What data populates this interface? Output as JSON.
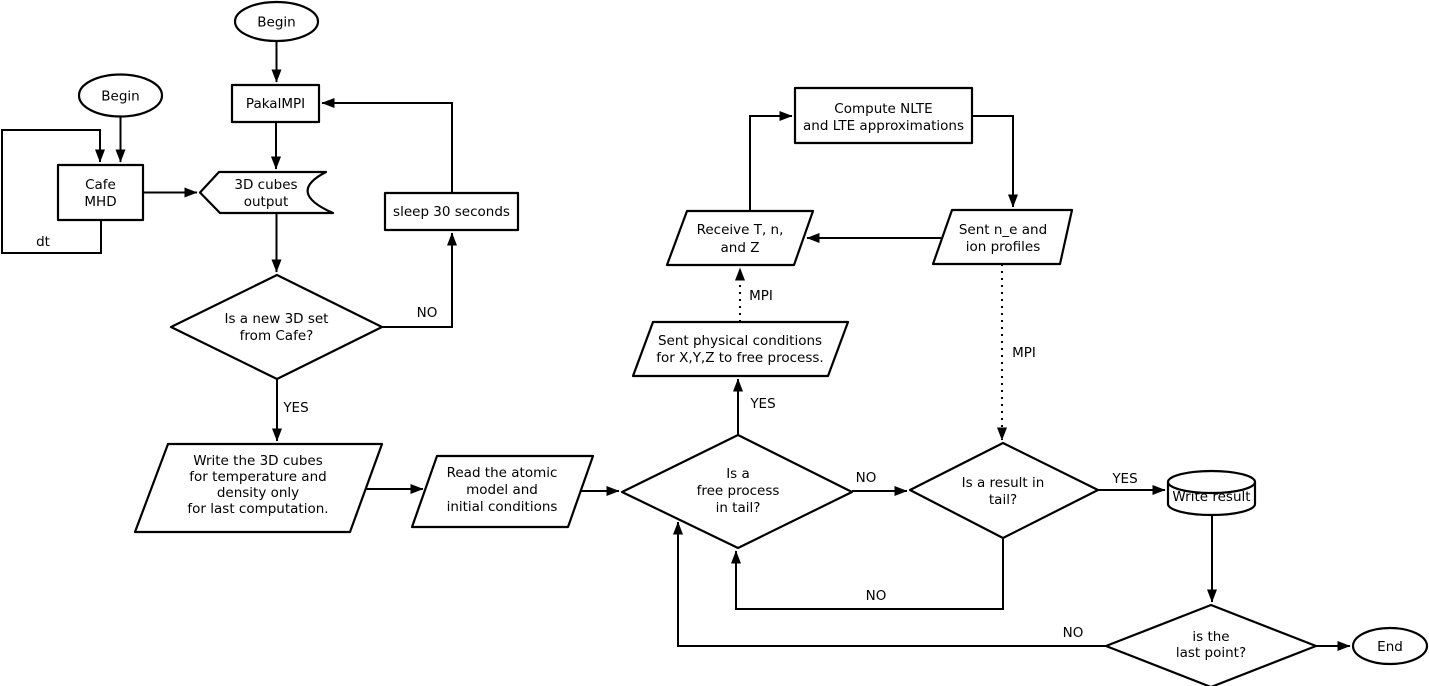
{
  "nodes": {
    "begin_top": {
      "label": "Begin"
    },
    "begin_left": {
      "label": "Begin"
    },
    "pakal_mpi": {
      "label": "PakalMPI"
    },
    "cafe_mhd": {
      "lines": [
        "Cafe",
        "MHD"
      ]
    },
    "cubes_output": {
      "lines": [
        "3D cubes",
        "output"
      ]
    },
    "sleep": {
      "label": "sleep 30 seconds"
    },
    "new3d": {
      "lines": [
        "Is a new 3D set",
        "from Cafe?"
      ]
    },
    "write_cubes": {
      "lines": [
        "Write the 3D cubes",
        "for temperature and",
        "density only",
        "for last computation."
      ]
    },
    "read_atomic": {
      "lines": [
        "Read the atomic",
        "model and",
        "initial conditions"
      ]
    },
    "free_proc": {
      "lines": [
        "Is a",
        "free process",
        "in tail?"
      ]
    },
    "sent_phys": {
      "lines": [
        "Sent physical conditions",
        "for X,Y,Z to free process."
      ]
    },
    "receive": {
      "lines": [
        "Receive T, n,",
        "and Z"
      ]
    },
    "compute": {
      "lines": [
        "Compute NLTE",
        "and LTE approximations"
      ]
    },
    "sent_ne": {
      "lines": [
        "Sent n_e and",
        "ion profiles"
      ]
    },
    "result": {
      "lines": [
        "Is a result in",
        "tail?"
      ]
    },
    "write_result": {
      "label": "Write result"
    },
    "last_point": {
      "lines": [
        "is the",
        "last point?"
      ]
    },
    "end": {
      "label": "End"
    }
  },
  "edge_labels": {
    "dt": "dt",
    "no_new3d": "NO",
    "yes_new3d": "YES",
    "yes_free": "YES",
    "mpi_up": "MPI",
    "mpi_down": "MPI",
    "no_free": "NO",
    "yes_result": "YES",
    "no_result": "NO",
    "no_last": "NO"
  },
  "colors": {
    "stroke": "#000000",
    "background": "#ffffff"
  }
}
